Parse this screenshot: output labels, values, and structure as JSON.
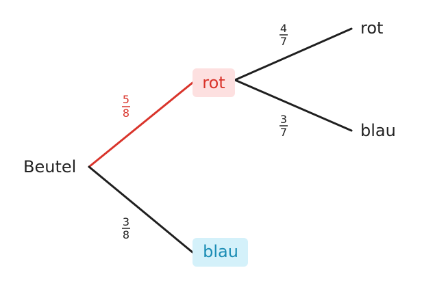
{
  "tree": {
    "root": {
      "label": "Beutel"
    },
    "level1": [
      {
        "label": "rot",
        "probability": {
          "numerator": "5",
          "denominator": "8"
        },
        "highlighted": true
      },
      {
        "label": "blau",
        "probability": {
          "numerator": "3",
          "denominator": "8"
        },
        "highlighted": true
      }
    ],
    "level2": [
      {
        "label": "rot",
        "probability": {
          "numerator": "4",
          "denominator": "7"
        }
      },
      {
        "label": "blau",
        "probability": {
          "numerator": "3",
          "denominator": "7"
        }
      }
    ]
  },
  "colors": {
    "red_accent": "#d9342b",
    "red_fill": "#fde0e0",
    "blue_accent": "#1a8cb4",
    "blue_fill": "#d4f1fa",
    "line_default": "#1f1f1f",
    "text_default": "#222222"
  }
}
